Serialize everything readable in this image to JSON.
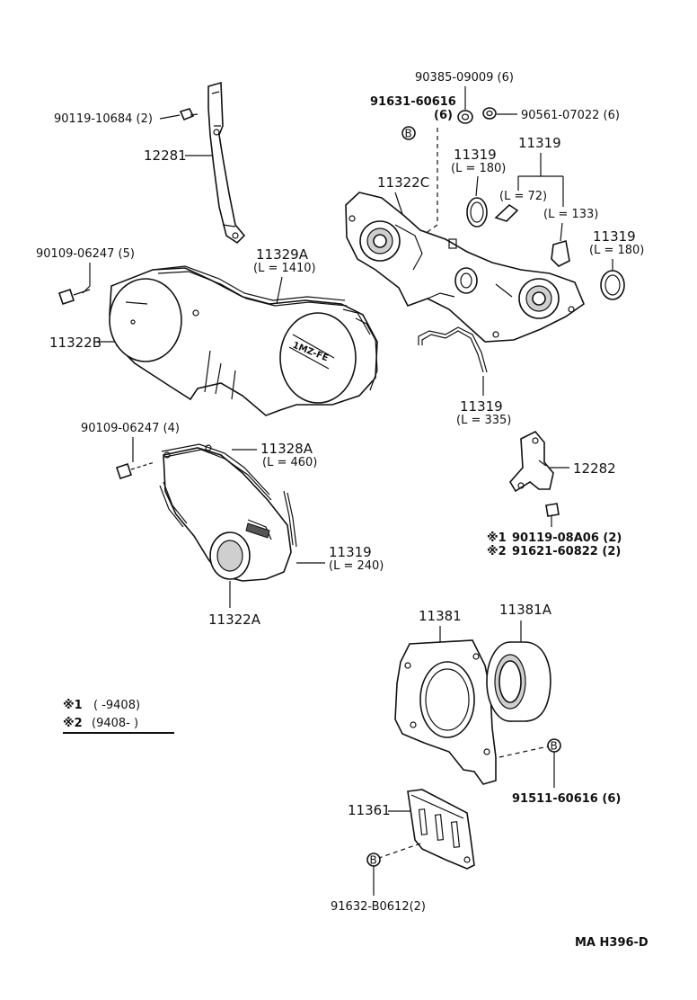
{
  "labels": {
    "p_90385": "90385-09009 (6)",
    "p_91631": "91631-60616",
    "p_91631_qty": "(6)",
    "p_90561": "90561-07022 (6)",
    "p_90119_10684": "90119-10684 (2)",
    "p_12281": "12281",
    "p_11319_a": "11319",
    "p_11319_a_len": "(L = 180)",
    "p_11319_top": "11319",
    "p_11322c": "11322C",
    "p_l72": "(L = 72)",
    "p_l133": "(L = 133)",
    "p_11319_r": "11319",
    "p_11319_r_len": "(L = 180)",
    "p_90109_5": "90109-06247 (5)",
    "p_11329a": "11329A",
    "p_11329a_len": "(L = 1410)",
    "p_11322b": "11322B",
    "p_11319_335": "11319",
    "p_11319_335_len": "(L = 335)",
    "p_90109_4": "90109-06247 (4)",
    "p_11328a": "11328A",
    "p_11328a_len": "(L = 460)",
    "p_12282": "12282",
    "p_11319_240": "11319",
    "p_11319_240_len": "(L = 240)",
    "p_note1_mark": "※1",
    "p_note1_part": "90119-08A06 (2)",
    "p_note2_mark": "※2",
    "p_note2_part": "91621-60822 (2)",
    "p_11322a": "11322A",
    "p_11381": "11381",
    "p_11381a": "11381A",
    "legend1_mark": "※1",
    "legend1_range": "(        -9408)",
    "legend2_mark": "※2",
    "legend2_range": "(9408-         )",
    "p_91511": "91511-60616 (6)",
    "p_11361": "11361",
    "p_91632": "91632-B0612(2)",
    "b_symbol": "B",
    "engine_text": "1MZ-FE",
    "footer": "MA  H396-D"
  }
}
